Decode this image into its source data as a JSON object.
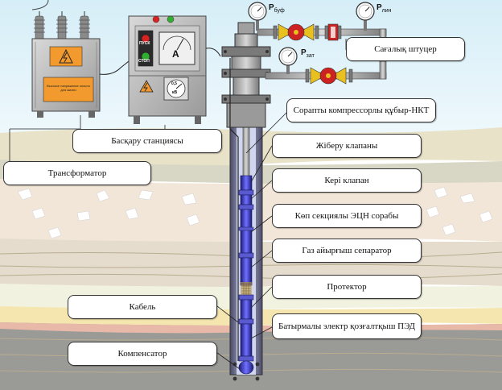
{
  "labels": {
    "flow_choke": "Сағалық штуцер",
    "control_station": "Басқару станциясы",
    "transformer": "Трансформатор",
    "pump_tubing": "Сорапты компрессорлы құбыр-НКТ",
    "check_valve_release": "Жібeру клапаны",
    "check_valve": "Кері клапан",
    "multistage_pump": "Көп секциялы ЭЦН сорабы",
    "gas_separator": "Газ айырғыш сепаратор",
    "protector": "Протектор",
    "cable": "Кабель",
    "submersible_motor": "Батырмалы электр қозғалтқыш ПЭД",
    "compensator": "Компенсатор"
  },
  "gauges": {
    "p_buf": {
      "symbol": "P",
      "sub": "буф"
    },
    "p_lin": {
      "symbol": "P",
      "sub": "лин"
    },
    "p_zat": {
      "symbol": "P",
      "sub": "зат"
    }
  },
  "panel": {
    "ammeter_unit": "A",
    "voltmeter_unit": "кВ",
    "ohmmeter_unit": "0,5",
    "stop_label": "СТОП",
    "start_label": "ПУСК",
    "warning_text": "Высокое напряжение опасно для жизни"
  },
  "colors": {
    "casing": "#3a3a8c",
    "pump_blue": "#3333cc",
    "valve_red": "#cc2222",
    "valve_yellow": "#e8c020",
    "sign_orange": "#f29a2e"
  }
}
